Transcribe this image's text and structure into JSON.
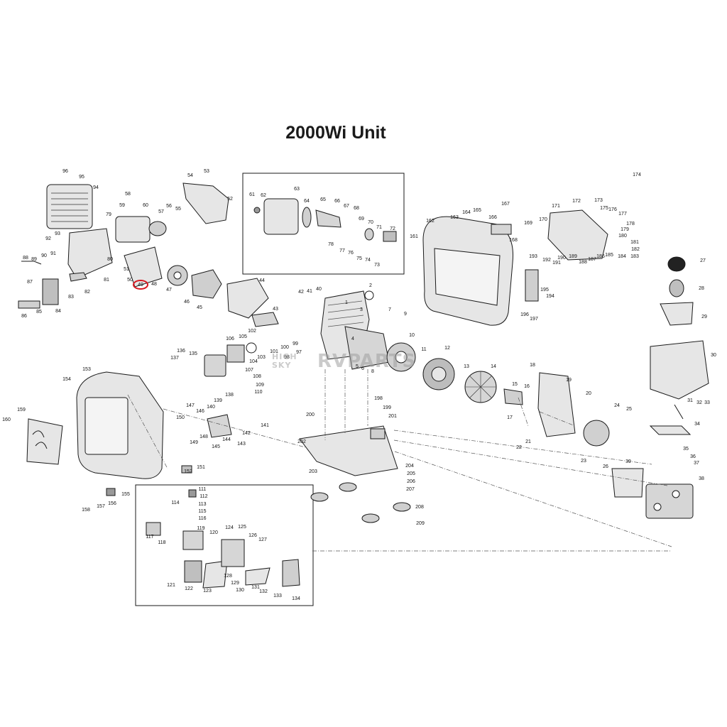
{
  "title": "2000Wi Unit",
  "watermark": {
    "top": "HIGH",
    "middle": "SKY",
    "brand": "RVPARTS"
  },
  "highlight": {
    "label": "49",
    "color": "#d71920"
  },
  "part_numbers": [
    "1",
    "2",
    "3",
    "4",
    "5",
    "6",
    "7",
    "8",
    "9",
    "10",
    "11",
    "12",
    "13",
    "14",
    "15",
    "16",
    "17",
    "18",
    "19",
    "20",
    "21",
    "22",
    "23",
    "24",
    "25",
    "26",
    "27",
    "28",
    "29",
    "30",
    "31",
    "32",
    "33",
    "34",
    "35",
    "36",
    "37",
    "38",
    "39",
    "40",
    "41",
    "42",
    "43",
    "44",
    "45",
    "46",
    "47",
    "48",
    "49",
    "50",
    "51",
    "52",
    "53",
    "54",
    "55",
    "56",
    "57",
    "58",
    "59",
    "60",
    "61",
    "62",
    "63",
    "64",
    "65",
    "66",
    "67",
    "68",
    "69",
    "70",
    "71",
    "72",
    "73",
    "74",
    "75",
    "76",
    "77",
    "78",
    "79",
    "80",
    "81",
    "82",
    "83",
    "84",
    "85",
    "86",
    "87",
    "88",
    "89",
    "90",
    "91",
    "92",
    "93",
    "94",
    "95",
    "96",
    "97",
    "98",
    "99",
    "100",
    "101",
    "102",
    "103",
    "104",
    "105",
    "106",
    "107",
    "108",
    "109",
    "110",
    "111",
    "112",
    "113",
    "114",
    "115",
    "116",
    "117",
    "118",
    "119",
    "120",
    "121",
    "122",
    "123",
    "124",
    "125",
    "126",
    "127",
    "128",
    "129",
    "130",
    "131",
    "132",
    "133",
    "134",
    "135",
    "136",
    "137",
    "138",
    "139",
    "140",
    "141",
    "142",
    "143",
    "144",
    "145",
    "146",
    "147",
    "148",
    "149",
    "150",
    "151",
    "152",
    "153",
    "154",
    "155",
    "156",
    "157",
    "158",
    "159",
    "160",
    "161",
    "162",
    "163",
    "164",
    "165",
    "166",
    "167",
    "168",
    "169",
    "170",
    "171",
    "172",
    "173",
    "174",
    "175",
    "176",
    "177",
    "178",
    "179",
    "180",
    "181",
    "182",
    "183",
    "184",
    "185",
    "186",
    "187",
    "188",
    "189",
    "190",
    "191",
    "192",
    "193",
    "194",
    "195",
    "196",
    "197",
    "198",
    "199",
    "200",
    "201",
    "202",
    "203",
    "204",
    "205",
    "206",
    "207",
    "208",
    "209"
  ],
  "colors": {
    "ink": "#1a1a1a",
    "part_fill": "#e6e6e6",
    "part_dark": "#9a9a9a"
  }
}
